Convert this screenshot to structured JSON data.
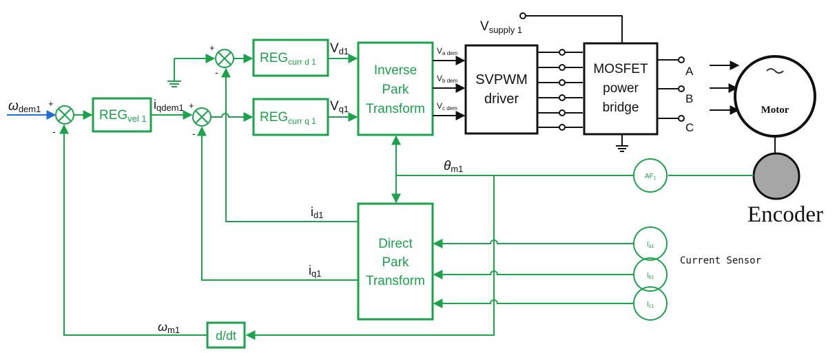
{
  "signals": {
    "w_dem": "ω",
    "w_dem_sub": "dem1",
    "i_qdem": "i",
    "i_qdem_sub": "qdem1",
    "v_d": "V",
    "v_d_sub": "d1",
    "v_q": "V",
    "v_q_sub": "q1",
    "theta": "θ",
    "theta_sub": "m1",
    "i_d": "i",
    "i_d_sub": "d1",
    "i_q": "i",
    "i_q_sub": "q1",
    "w_m": "ω",
    "w_m_sub": "m1",
    "v_supply": "V",
    "v_supply_sub": "supply 1",
    "v_adem": "V",
    "v_adem_sub": "a dem",
    "v_bdem": "V",
    "v_bdem_sub": "b dem",
    "v_cdem": "V",
    "v_cdem_sub": "c dem"
  },
  "signs": {
    "plus": "+",
    "minus": "-"
  },
  "blocks": {
    "reg_vel": "REG",
    "reg_vel_sub": "vel 1",
    "reg_curr_d": "REG",
    "reg_curr_d_sub": "curr d 1",
    "reg_curr_q": "REG",
    "reg_curr_q_sub": "curr q 1",
    "inverse_park": [
      "Inverse",
      "Park",
      "Transform"
    ],
    "direct_park": [
      "Direct",
      "Park",
      "Transform"
    ],
    "svpwm": [
      "SVPWM",
      "driver"
    ],
    "mosfet": [
      "MOSFET",
      "power",
      "bridge"
    ],
    "ddt": "d/dt"
  },
  "phases": [
    "A",
    "B",
    "C"
  ],
  "sensors": {
    "af": "AF",
    "af_sub": "1",
    "ia": "I",
    "ia_sub": "a1",
    "ib": "I",
    "ib_sub": "b1",
    "ic": "I",
    "ic_sub": "c1",
    "current_sensor_label": "Current Sensor"
  },
  "motor": {
    "label": "Motor",
    "encoder_label": "Encoder"
  },
  "colors": {
    "control": "#1aa34a",
    "feedforward_input": "#1f6fd1",
    "power": "#111111"
  }
}
